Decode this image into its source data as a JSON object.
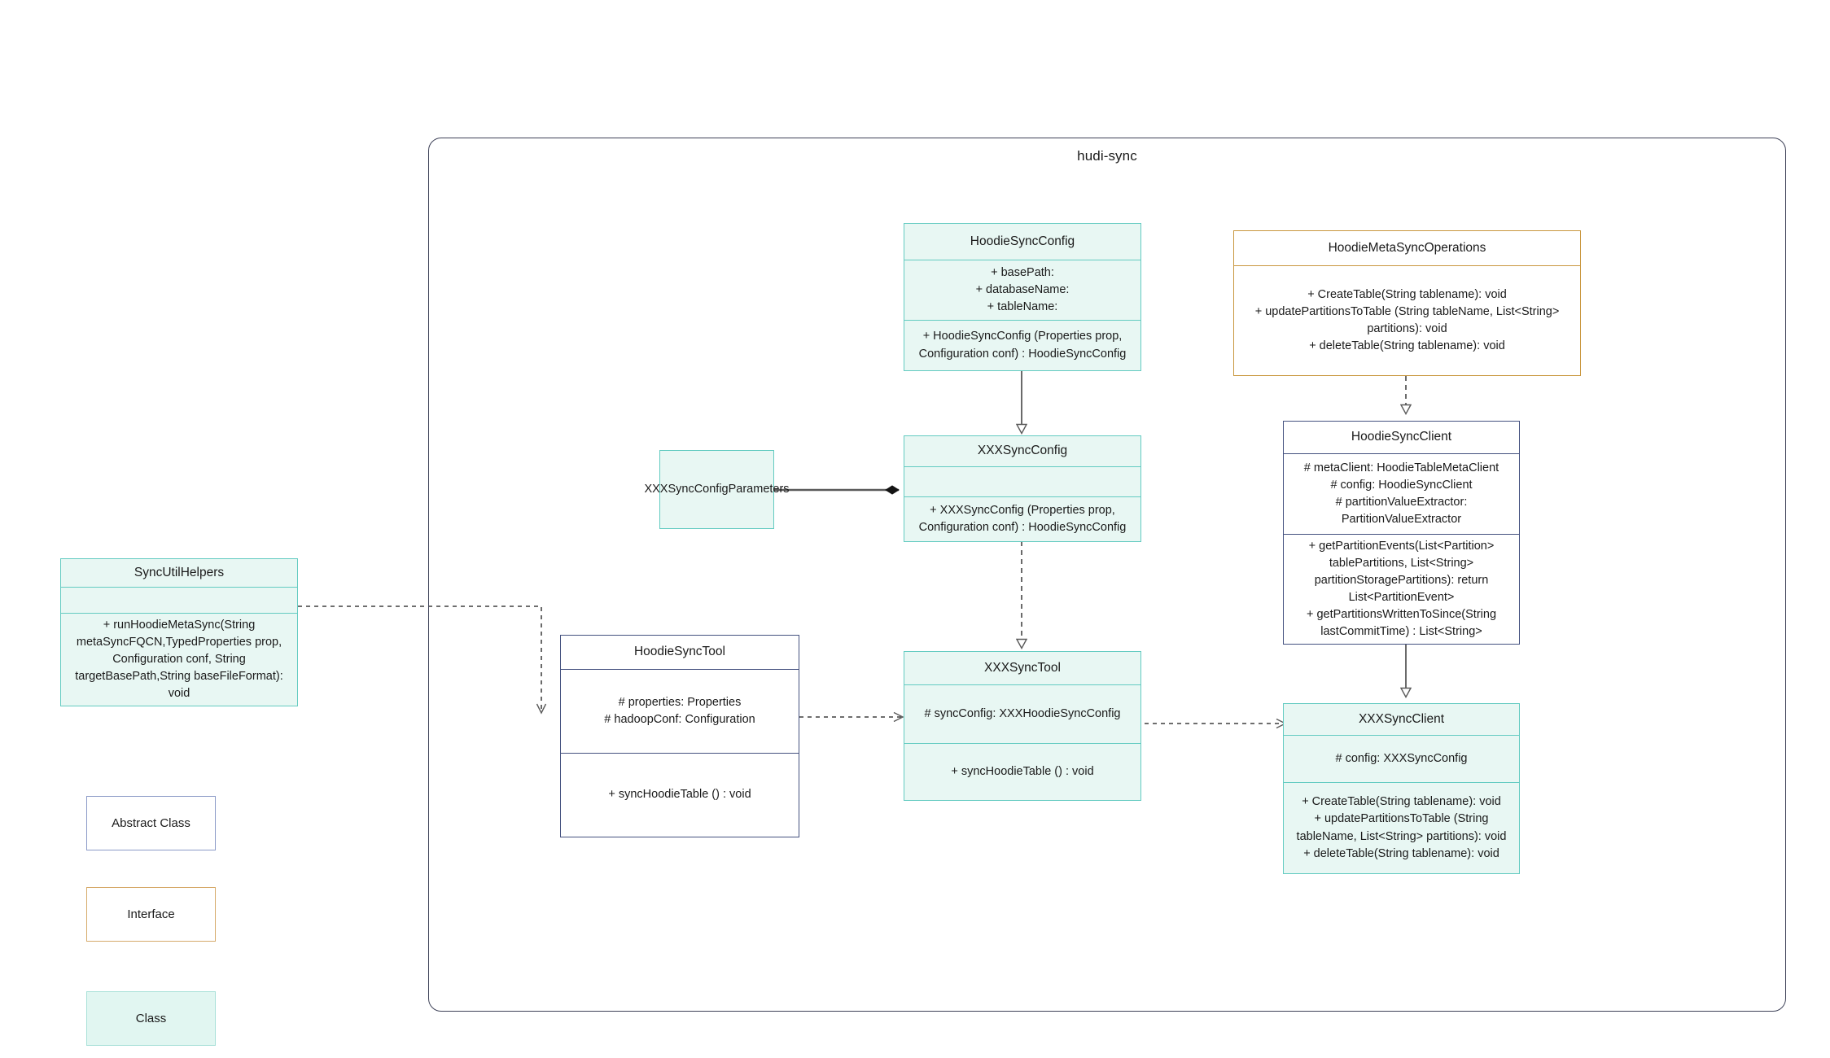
{
  "diagram": {
    "type": "uml-class-diagram",
    "package": {
      "title": "hudi-sync"
    },
    "legend": [
      {
        "key": "abstract",
        "label": "Abstract Class",
        "border": "#44517f",
        "fill": "#ffffff"
      },
      {
        "key": "interface",
        "label": "Interface",
        "border": "#c9973f",
        "fill": "#ffffff"
      },
      {
        "key": "class",
        "label": "Class",
        "border": "#63cbc1",
        "fill": "#e8f7f3"
      }
    ],
    "classes": {
      "sync_util_helpers": {
        "name": "SyncUtilHelpers",
        "stereotype": "class",
        "attributes": "",
        "operations": "+    runHoodieMetaSync(String metaSyncFQCN,TypedProperties prop, Configuration conf, String targetBasePath,String baseFileFormat): void"
      },
      "hoodie_sync_config": {
        "name": "HoodieSyncConfig",
        "stereotype": "class",
        "attributes": "+    basePath:\n+   databaseName:\n+    tableName:",
        "operations": "+   HoodieSyncConfig (Properties prop, Configuration conf) : HoodieSyncConfig"
      },
      "hoodie_meta_sync_operations": {
        "name": "HoodieMetaSyncOperations",
        "stereotype": "interface",
        "attributes": null,
        "operations": "+   CreateTable(String tablename): void\n+   updatePartitionsToTable (String tableName, List<String> partitions): void\n+   deleteTable(String tablename): void"
      },
      "xxx_sync_config_parameters": {
        "name": "XXXSyncConfigParameters",
        "stereotype": "class",
        "attributes": null,
        "operations": null
      },
      "xxx_sync_config": {
        "name": "XXXSyncConfig",
        "stereotype": "class",
        "attributes": "",
        "operations": "+   XXXSyncConfig (Properties prop, Configuration conf) : HoodieSyncConfig"
      },
      "hoodie_sync_client": {
        "name": "HoodieSyncClient",
        "stereotype": "abstract",
        "attributes": "#   metaClient: HoodieTableMetaClient\n#   config: HoodieSyncClient\n#    partitionValueExtractor: PartitionValueExtractor",
        "operations": "+   getPartitionEvents(List<Partition> tablePartitions, List<String> partitionStoragePartitions): return List<PartitionEvent>\n+   getPartitionsWrittenToSince(String lastCommitTime) : List<String>"
      },
      "hoodie_sync_tool": {
        "name": "HoodieSyncTool",
        "stereotype": "abstract",
        "attributes": "#   properties: Properties\n#   hadoopConf: Configuration",
        "operations": "+   syncHoodieTable () : void"
      },
      "xxx_sync_tool": {
        "name": "XXXSyncTool",
        "stereotype": "class",
        "attributes": "#  syncConfig: XXXHoodieSyncConfig",
        "operations": "+   syncHoodieTable () : void"
      },
      "xxx_sync_client": {
        "name": "XXXSyncClient",
        "stereotype": "class",
        "attributes": "#   config: XXXSyncConfig",
        "operations": "+   CreateTable(String tablename): void\n+   updatePartitionsToTable (String tableName, List<String> partitions): void\n+   deleteTable(String tablename): void"
      }
    },
    "relationships": [
      {
        "name": "generalization-hoodiesyncconfig-xxxsyncconfig",
        "from": "hoodie_sync_config",
        "to": "xxx_sync_config",
        "kind": "generalization",
        "line": "solid",
        "head": "hollow-triangle"
      },
      {
        "name": "realization-metasyncoperations-hoodiesyncclient",
        "from": "hoodie_meta_sync_operations",
        "to": "hoodie_sync_client",
        "kind": "realization",
        "line": "dashed",
        "head": "hollow-triangle"
      },
      {
        "name": "composition-xxxsyncconfigparameters-xxxsyncconfig",
        "from": "xxx_sync_config_parameters",
        "to": "xxx_sync_config",
        "kind": "composition",
        "line": "solid",
        "head": "filled-diamond"
      },
      {
        "name": "generalization-xxxsyncconfig-xxxsynctool",
        "from": "xxx_sync_config",
        "to": "xxx_sync_tool",
        "kind": "dependency",
        "line": "dashed",
        "head": "hollow-triangle"
      },
      {
        "name": "generalization-hoodiesyncclient-xxxsyncclient",
        "from": "hoodie_sync_client",
        "to": "xxx_sync_client",
        "kind": "generalization",
        "line": "solid",
        "head": "hollow-triangle"
      },
      {
        "name": "dependency-syncutilhelpers-hoodiesynctool",
        "from": "sync_util_helpers",
        "to": "hoodie_sync_tool",
        "kind": "dependency",
        "line": "dashed",
        "head": "open-arrow"
      },
      {
        "name": "dependency-hoodiesynctool-xxxsynctool",
        "from": "hoodie_sync_tool",
        "to": "xxx_sync_tool",
        "kind": "dependency",
        "line": "dashed",
        "head": "open-arrow"
      },
      {
        "name": "dependency-xxxsynctool-xxxsyncclient",
        "from": "xxx_sync_tool",
        "to": "xxx_sync_client",
        "kind": "dependency",
        "line": "dashed",
        "head": "open-arrow"
      }
    ],
    "colors": {
      "class_border": "#63cbc1",
      "class_fill": "#e8f7f3",
      "abstract_border": "#44517f",
      "interface_border": "#c9973f",
      "package_border": "#3d4157",
      "connector": "#5a5a5a"
    }
  }
}
